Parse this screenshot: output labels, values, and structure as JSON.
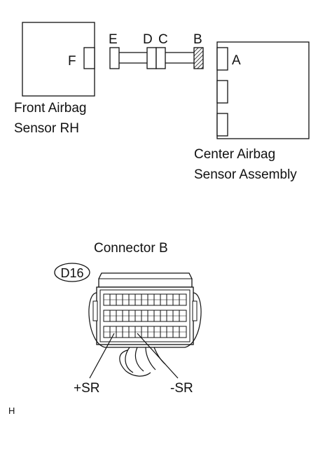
{
  "diagram": {
    "front_sensor": {
      "title_line1": "Front Airbag",
      "title_line2": "Sensor RH",
      "connector_label": "F"
    },
    "center_sensor": {
      "title_line1": "Center Airbag",
      "title_line2": "Sensor Assembly",
      "connector_label": "A"
    },
    "harness": {
      "label_e": "E",
      "label_d": "D",
      "label_c": "C",
      "label_b": "B"
    },
    "connector_view": {
      "title": "Connector B",
      "part_code": "D16",
      "pin_plus": "+SR",
      "pin_minus": "-SR"
    },
    "footer_mark": "H"
  }
}
